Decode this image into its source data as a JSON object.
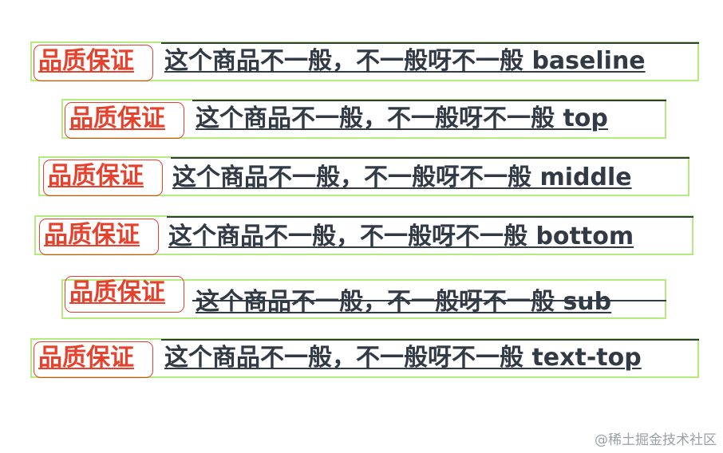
{
  "badge_label": "品质保证",
  "product_text": "这个商品不一般，不一般呀不一般",
  "rows": [
    {
      "align": "baseline"
    },
    {
      "align": "top"
    },
    {
      "align": "middle"
    },
    {
      "align": "bottom"
    },
    {
      "align": "sub"
    },
    {
      "align": "text-top"
    }
  ],
  "watermark": "@稀土掘金技术社区",
  "colors": {
    "badge": "#e5412d",
    "text": "#323a45",
    "row_outline": "#b5ea7e",
    "watermark": "#9aa0a6"
  }
}
